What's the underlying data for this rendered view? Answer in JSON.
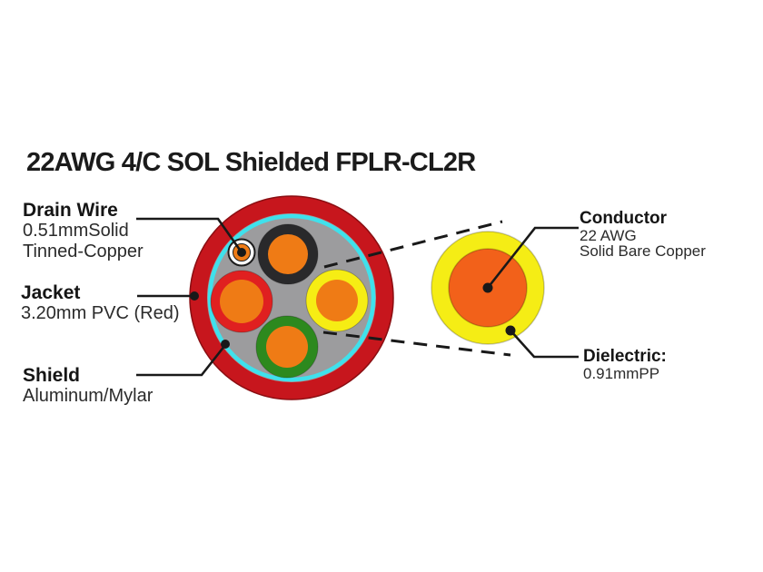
{
  "title": "22AWG 4/C SOL Shielded FPLR-CL2R",
  "callouts": {
    "drain_wire": {
      "heading": "Drain Wire",
      "lines": [
        "0.51mmSolid",
        "Tinned-Copper"
      ]
    },
    "jacket": {
      "heading": "Jacket",
      "lines": [
        "3.20mm PVC (Red)"
      ]
    },
    "shield": {
      "heading": "Shield",
      "lines": [
        "Aluminum/Mylar"
      ]
    },
    "conductor": {
      "heading": "Conductor",
      "lines": [
        "22 AWG",
        "Solid Bare Copper"
      ]
    },
    "dielectric": {
      "heading": "Dielectric:",
      "lines": [
        "0.91mmPP"
      ]
    }
  },
  "colors": {
    "jacket_red": "#c7161d",
    "shield_gray": "#9c9c9e",
    "mylar_cyan": "#3fe1ec",
    "insulation_black": "#29292b",
    "insulation_red": "#e02020",
    "insulation_yellow": "#f6ed14",
    "insulation_green": "#2d891e",
    "copper_orange": "#ef7b15",
    "drain_white": "#ffffff",
    "dielectric_yellow": "#f5ed15",
    "bare_copper_orange": "#f2611a",
    "leader_black": "#191919"
  }
}
